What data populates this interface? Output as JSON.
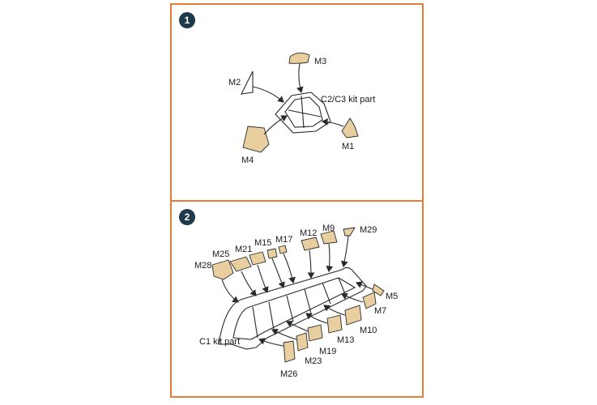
{
  "colors": {
    "frame": "#e87b35",
    "badge": "#1f3a4a",
    "mask": "#e9cfa0"
  },
  "step1": {
    "number": "1",
    "kit_label": "C2/C3 kit part",
    "labels": {
      "m1": "M1",
      "m2": "M2",
      "m3": "M3",
      "m4": "M4"
    }
  },
  "step2": {
    "number": "2",
    "kit_label": "C1 kit part",
    "labels": {
      "m5": "M5",
      "m7": "M7",
      "m9": "M9",
      "m10": "M10",
      "m12": "M12",
      "m13": "M13",
      "m15": "M15",
      "m17": "M17",
      "m19": "M19",
      "m21": "M21",
      "m23": "M23",
      "m25": "M25",
      "m26": "M26",
      "m28": "M28",
      "m29": "M29"
    }
  }
}
